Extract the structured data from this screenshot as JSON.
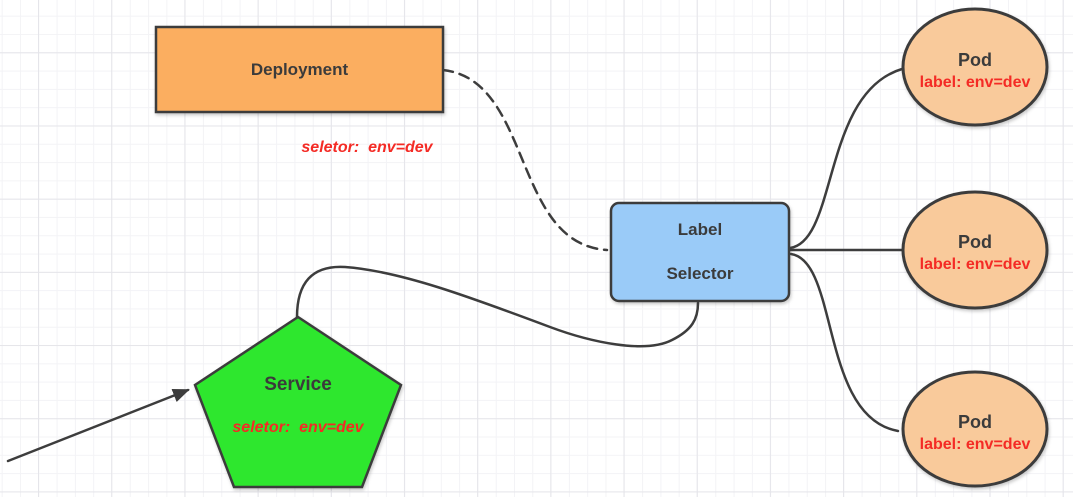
{
  "diagram": {
    "deployment": {
      "label": "Deployment",
      "note": "seletor:  env=dev"
    },
    "selector": {
      "line1": "Label",
      "line2": "Selector"
    },
    "service": {
      "label": "Service",
      "note": "seletor:  env=dev"
    },
    "pods": [
      {
        "label": "Pod",
        "sublabel": "label: env=dev"
      },
      {
        "label": "Pod",
        "sublabel": "label: env=dev"
      },
      {
        "label": "Pod",
        "sublabel": "label: env=dev"
      }
    ],
    "colors": {
      "deployment_fill": "#fbae60",
      "selector_fill": "#9acbf8",
      "service_fill": "#2ee72e",
      "pod_fill": "#f9ca9b",
      "stroke": "#3d3d3d",
      "note_red": "#f42b25",
      "text_dark": "#3b3b3b"
    }
  }
}
